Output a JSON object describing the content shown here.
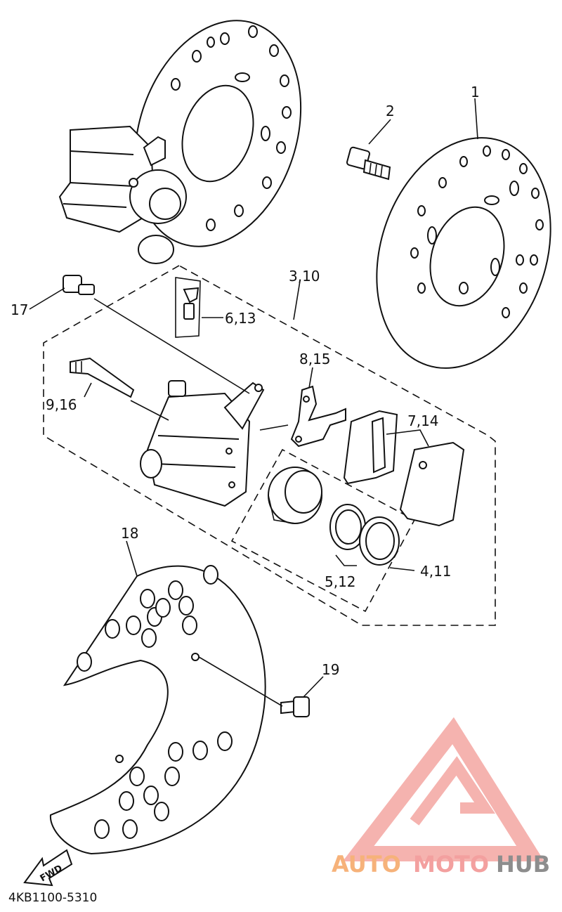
{
  "diagram": {
    "callouts": [
      "1",
      "2",
      "3,10",
      "17",
      "6,13",
      "8,15",
      "9,16",
      "7,14",
      "18",
      "5,12",
      "4,11",
      "19"
    ],
    "fwd_label": "FWD",
    "diagram_code": "4KB1100-5310"
  },
  "watermark": {
    "part1": "AUTO",
    "part2": "MOTO",
    "part3": "HUB",
    "colors": {
      "auto": "#f6b27a",
      "moto": "#f3a09f",
      "hub": "#8d8d8d",
      "logo": "#f4a6a2"
    }
  }
}
